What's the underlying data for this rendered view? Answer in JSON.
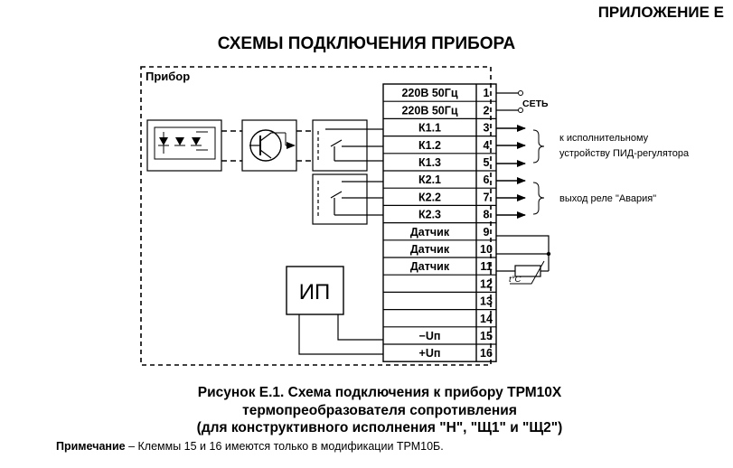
{
  "header": {
    "appendix": "ПРИЛОЖЕНИЕ Е",
    "title": "СХЕМЫ ПОДКЛЮЧЕНИЯ ПРИБОРА"
  },
  "device": {
    "label": "Прибор",
    "power_supply_label": "ИП"
  },
  "terminals": [
    {
      "label": "220В 50Гц",
      "num": "1"
    },
    {
      "label": "220В 50Гц",
      "num": "2"
    },
    {
      "label": "К1.1",
      "num": "3"
    },
    {
      "label": "К1.2",
      "num": "4"
    },
    {
      "label": "К1.3",
      "num": "5"
    },
    {
      "label": "К2.1",
      "num": "6"
    },
    {
      "label": "К2.2",
      "num": "7"
    },
    {
      "label": "К2.3",
      "num": "8"
    },
    {
      "label": "Датчик",
      "num": "9"
    },
    {
      "label": "Датчик",
      "num": "10"
    },
    {
      "label": "Датчик",
      "num": "11"
    },
    {
      "label": "",
      "num": "12"
    },
    {
      "label": "",
      "num": "13"
    },
    {
      "label": "",
      "num": "14"
    },
    {
      "label": "−Uп",
      "num": "15"
    },
    {
      "label": "+Uп",
      "num": "16"
    }
  ],
  "external": {
    "mains": "СЕТЬ",
    "actuator_line1": "к исполнительному",
    "actuator_line2": "устройству ПИД-регулятора",
    "alarm": "выход реле \"Авария\"",
    "sensor": "t°C"
  },
  "caption": {
    "line1": "Рисунок Е.1. Схема подключения к прибору ТРМ10Х",
    "line2": "термопреобразователя сопротивления",
    "line3": "(для конструктивного исполнения \"Н\", \"Щ1\" и \"Щ2\")"
  },
  "note": {
    "label": "Примечание",
    "text": " – Клеммы 15 и 16 имеются только в модификации ТРМ10Б."
  }
}
